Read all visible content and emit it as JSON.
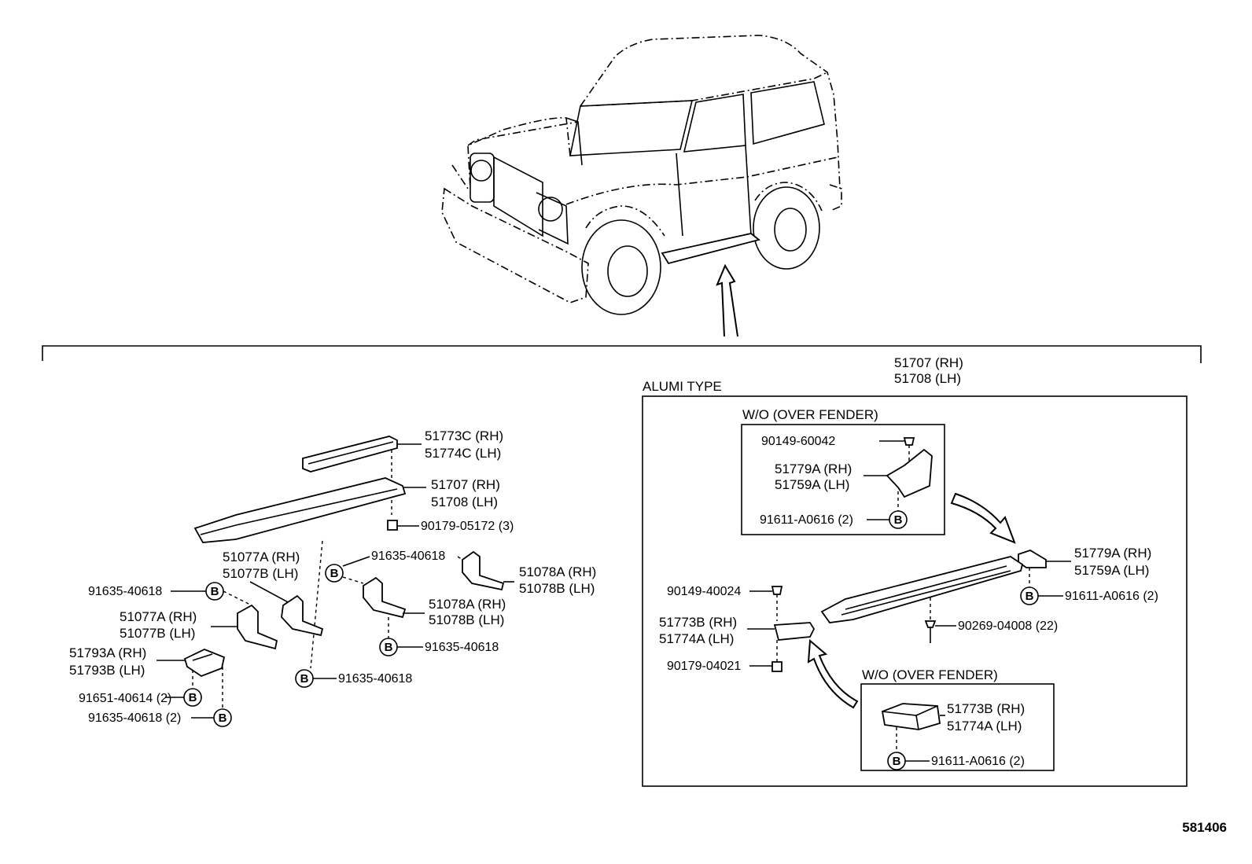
{
  "figure_number": "581406",
  "alumi_panel": {
    "title": "ALUMI TYPE",
    "step_rh": "51707 (RH)",
    "step_lh": "51708 (LH)"
  },
  "wo_panel_top": {
    "title": "W/O (OVER FENDER)",
    "screw": "90149-60042",
    "cover_rh": "51779A (RH)",
    "cover_lh": "51759A (LH)",
    "clip": "91611-A0616 (2)"
  },
  "wo_panel_bottom": {
    "title": "W/O (OVER FENDER)",
    "cover_rh": "51773B (RH)",
    "cover_lh": "51774A (LH)",
    "clip": "91611-A0616 (2)"
  },
  "alumi_parts": {
    "rear_cover_rh": "51779A (RH)",
    "rear_cover_lh": "51759A (LH)",
    "rear_clip": "91611-A0616 (2)",
    "screw_front": "90149-40024",
    "front_cover_rh": "51773B (RH)",
    "front_cover_lh": "51774A (LH)",
    "nut_front": "90179-04021",
    "rivet": "90269-04008 (22)"
  },
  "std_parts": {
    "trim_rh": "51773C (RH)",
    "trim_lh": "51774C (LH)",
    "step_rh": "51707 (RH)",
    "step_lh": "51708 (LH)",
    "nut": "90179-05172 (3)",
    "bracket_a_rh_top": "51077A (RH)",
    "bracket_a_lh_top": "51077B (LH)",
    "bolt_left": "91635-40618",
    "bracket_a_rh": "51077A (RH)",
    "bracket_a_lh": "51077B (LH)",
    "bracket_c_rh": "51793A (RH)",
    "bracket_c_lh": "51793B (LH)",
    "bolt_c1": "91651-40614 (2)",
    "bolt_c2": "91635-40618 (2)",
    "bolt_center_bottom": "91635-40618",
    "bolt_mid_top": "91635-40618",
    "bracket_b_rh_top": "51078A (RH)",
    "bracket_b_lh_top": "51078B (LH)",
    "bracket_b_rh": "51078A (RH)",
    "bracket_b_lh": "51078B (LH)",
    "bolt_mid_bottom": "91635-40618"
  },
  "marker_letter": "B"
}
